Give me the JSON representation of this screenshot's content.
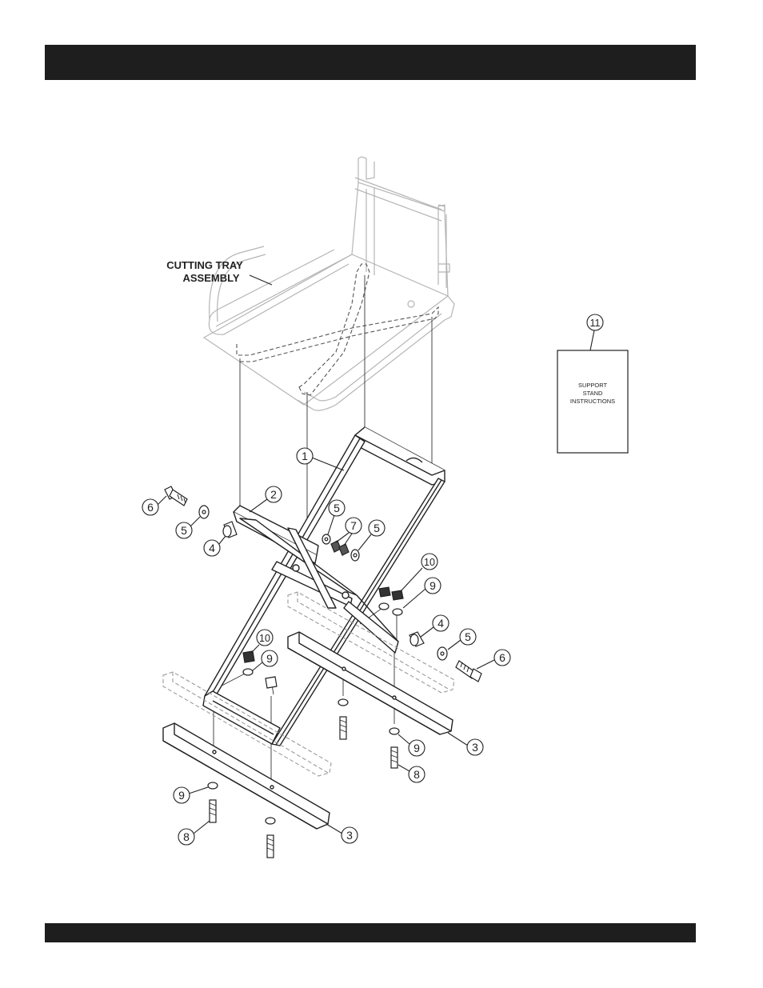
{
  "assembly_label": {
    "line1": "CUTTING TRAY",
    "line2": "ASSEMBLY"
  },
  "manual": {
    "line1": "SUPPORT",
    "line2": "STAND",
    "line3": "INSTRUCTIONS"
  },
  "callouts": {
    "c1": "1",
    "c2": "2",
    "c3a": "3",
    "c3b": "3",
    "c4a": "4",
    "c4b": "4",
    "c5a": "5",
    "c5b": "5",
    "c5c": "5",
    "c5d": "5",
    "c6a": "6",
    "c6b": "6",
    "c7": "7",
    "c8a": "8",
    "c8b": "8",
    "c9a": "9",
    "c9b": "9",
    "c9c": "9",
    "c9d": "9",
    "c10a": "10",
    "c10b": "10",
    "c11": "11"
  },
  "colors": {
    "header_bar": "#1e1e1e",
    "ghost_line": "#b5b5b5",
    "line": "#222222"
  }
}
